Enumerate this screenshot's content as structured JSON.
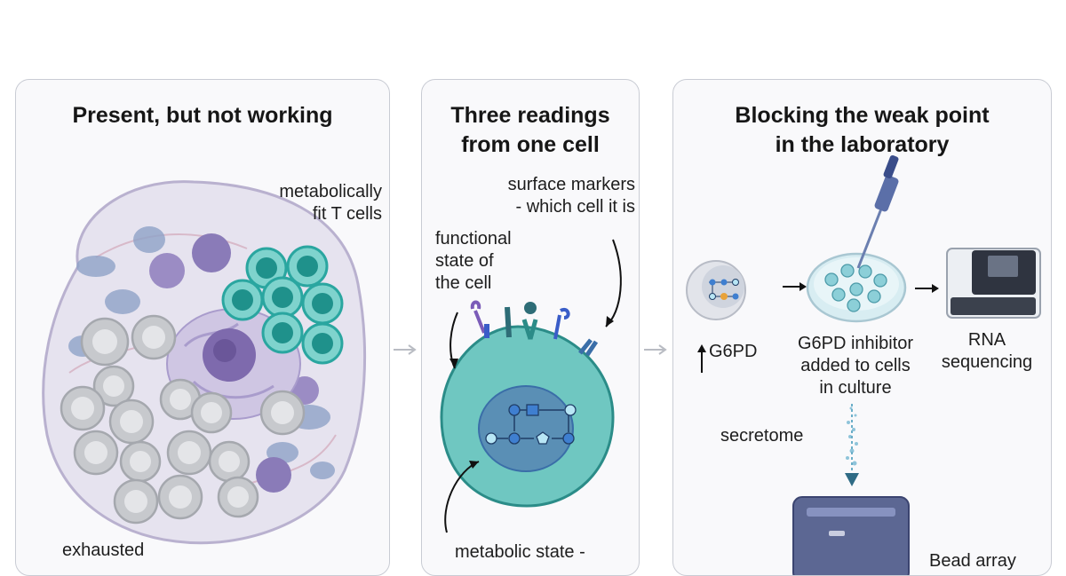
{
  "panels": [
    {
      "title": "Present, but not working",
      "labels": {
        "fit": [
          "metabolically",
          "fit T cells"
        ],
        "exhausted": "exhausted"
      }
    },
    {
      "title": [
        "Three readings",
        "from one cell"
      ],
      "labels": {
        "surface": [
          "surface markers",
          "- which cell it is"
        ],
        "functional": [
          "functional",
          "state of",
          "the cell"
        ],
        "metabolic": "metabolic state -"
      }
    },
    {
      "title": [
        "Blocking the weak point",
        "in the laboratory"
      ],
      "labels": {
        "g6pd": "G6PD",
        "inhibitor": [
          "G6PD inhibitor",
          "added to cells",
          "in culture"
        ],
        "rna": [
          "RNA",
          "sequencing"
        ],
        "secretome": "secretome",
        "bead": "Bead array"
      }
    }
  ],
  "colors": {
    "teal": "#2aa6a0",
    "grey_cell": "#c7c9cd",
    "purple": "#8a7bb8",
    "blue": "#3a6ea8",
    "panel_border": "#c9ccd4"
  }
}
